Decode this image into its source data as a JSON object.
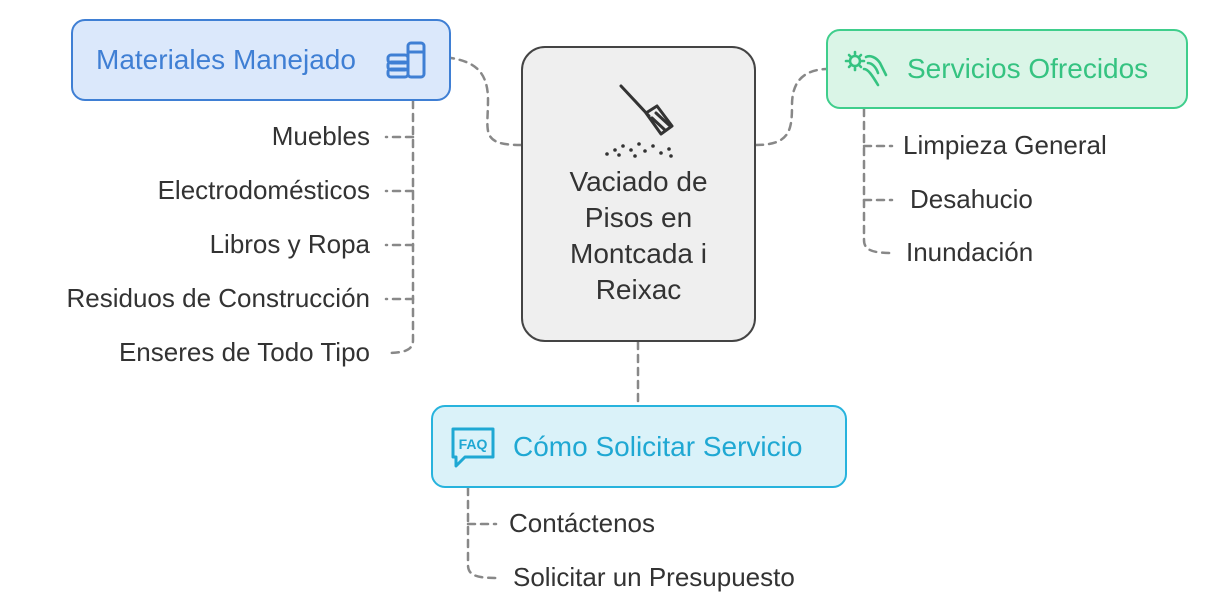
{
  "center": {
    "title": "Vaciado de\nPisos en\nMontcada i\nReixac",
    "icon": "broom-icon"
  },
  "branches": {
    "materials": {
      "title": "Materiales Manejado",
      "icon": "stacked-coins-icon",
      "color": "#3f7fd4",
      "fill": "#dbe8fb",
      "items": [
        "Muebles",
        "Electrodomésticos",
        "Libros y Ropa",
        "Residuos de Construcción",
        "Enseres de Todo Tipo"
      ]
    },
    "services": {
      "title": "Servicios Ofrecidos",
      "icon": "hand-service-icon",
      "color": "#3fce8c",
      "fill": "#daf5e7",
      "items": [
        "Limpieza General",
        "Desahucio",
        "Inundación"
      ]
    },
    "request": {
      "title": "Cómo Solicitar Servicio",
      "icon": "faq-bubble-icon",
      "icon_text": "FAQ",
      "color": "#27b3dd",
      "fill": "#daf2f9",
      "items": [
        "Contáctenos",
        "Solicitar un Presupuesto"
      ]
    }
  },
  "connector_color": "#888888"
}
